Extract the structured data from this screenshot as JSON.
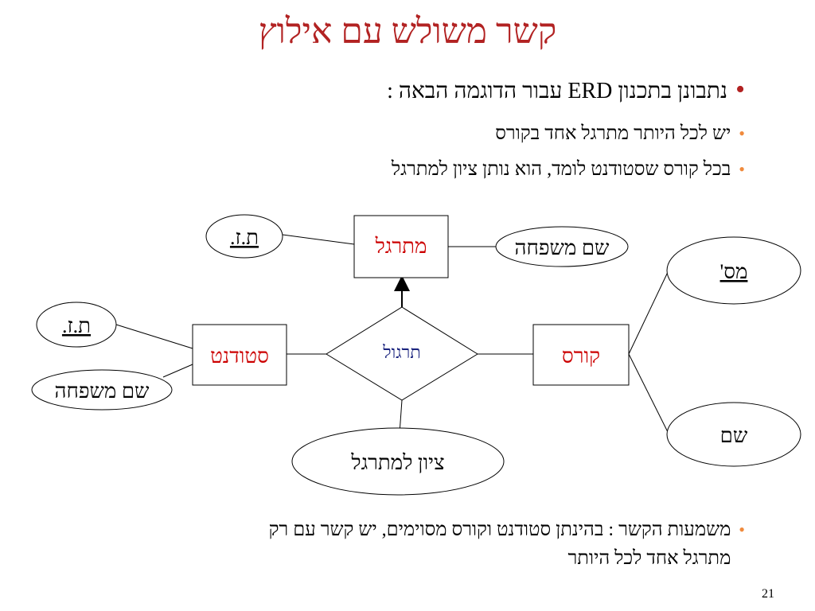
{
  "slide": {
    "title": "קשר משולש עם אילוץ",
    "bullet_main": "נתבונן בתכנון ERD עבור הדוגמה הבאה :",
    "sub_bullets": [
      "יש לכל היותר מתרגל אחד בקורס",
      "בכל קורס שסטודנט לומד, הוא נותן ציון למתרגל"
    ],
    "bottom_bullet_line1": "משמעות הקשר : בהינתן סטודנט וקורס מסוימים, יש קשר עם רק",
    "bottom_bullet_line2": "מתרגל אחד לכל היותר",
    "page_number": "21"
  },
  "diagram": {
    "entities": {
      "tutor": "מתרגל",
      "student": "סטודנט",
      "course": "קורס"
    },
    "relationship": "תרגול",
    "attributes": {
      "tutor_id": "ת.ז.",
      "tutor_lastname": "שם משפחה",
      "student_id": "ת.ז.",
      "student_lastname": "שם משפחה",
      "course_number": "מס'",
      "course_name": "שם",
      "grade_for_tutor": "ציון למתרגל"
    }
  },
  "colors": {
    "title": "#b22222",
    "entity_text": "#cc0000",
    "relationship_text": "#1a237e",
    "bullet_sub": "#f08a3c"
  }
}
